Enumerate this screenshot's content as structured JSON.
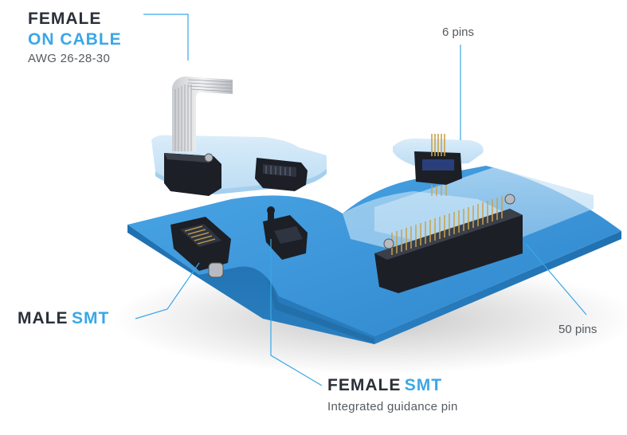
{
  "labels": {
    "female_cable": {
      "line1": "FEMALE",
      "line2": "ON CABLE",
      "sub": "AWG 26-28-30"
    },
    "six_pins": "6 pins",
    "male_smt": {
      "word1": "MALE",
      "word2": "SMT"
    },
    "fifty_pins": "50 pins",
    "female_smt": {
      "word1": "FEMALE",
      "word2": "SMT",
      "sub": "Integrated guidance pin"
    }
  },
  "colors": {
    "board": "#3b94d9",
    "accent_text": "#3aa7e6",
    "dark_text": "#2b2f38",
    "leader_line": "#3aa7e6",
    "connector": "#1c1f26",
    "pin_gold": "#c9a24a"
  }
}
